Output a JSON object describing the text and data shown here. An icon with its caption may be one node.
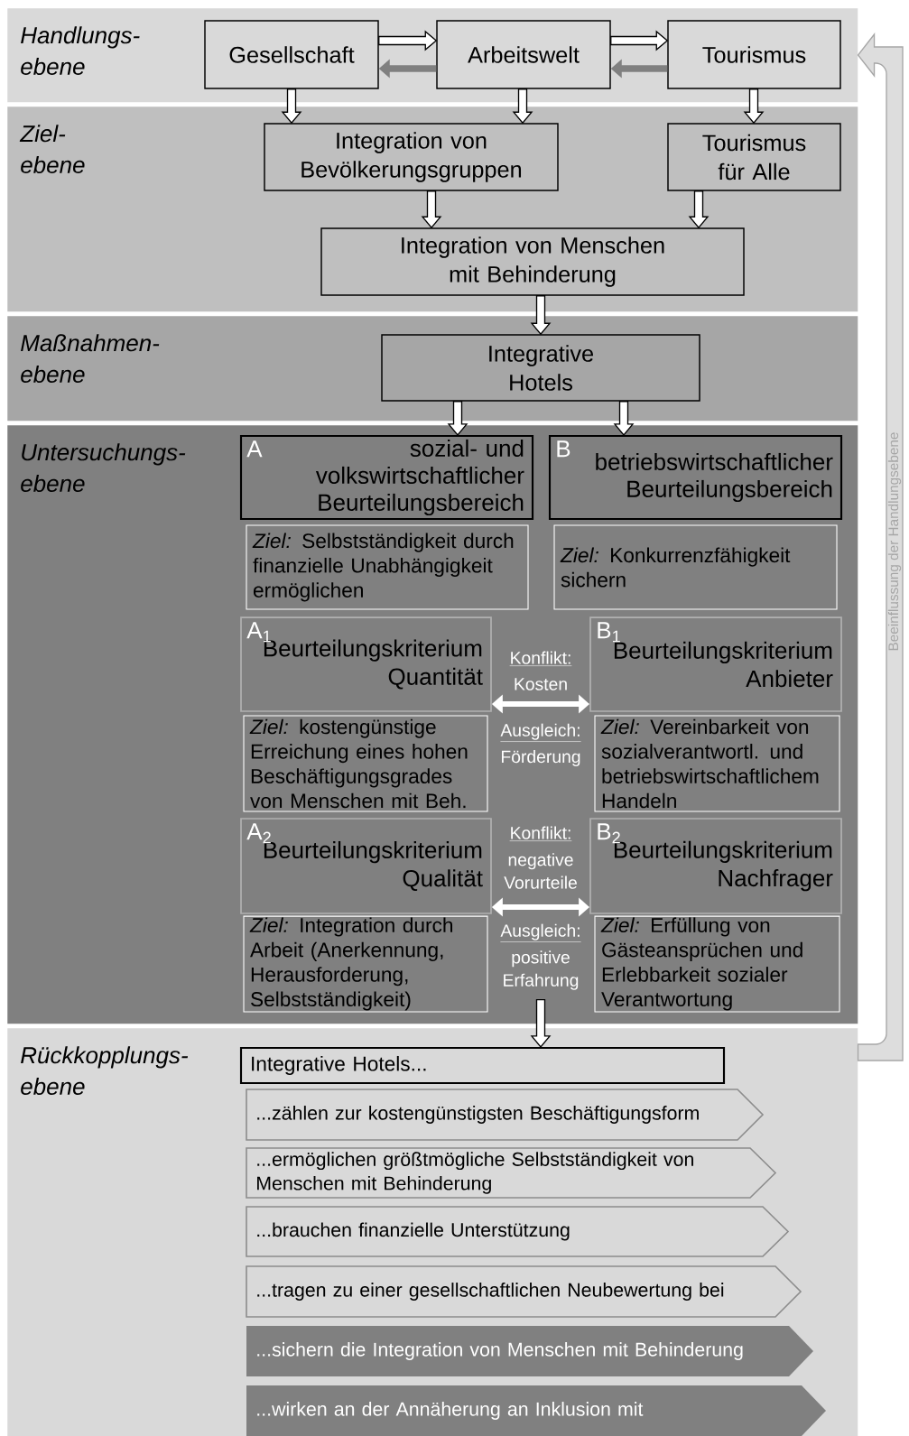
{
  "diagram": {
    "nodes": [
      {
        "text": [
          "Handlungs- ebene"
        ]
      },
      {
        "text": [
          "Gesellschaft"
        ],
        "in": 0
      },
      {
        "text": [
          "Arbeitswelt"
        ],
        "in": 0
      },
      {
        "text": [
          "Tourismus"
        ],
        "in": 0
      },
      {
        "text": [
          "Ziel- ebene"
        ]
      },
      {
        "text": [
          "Integration von Bevölkerungsgruppen"
        ],
        "in": 4
      },
      {
        "text": [
          "Tourismus für Alle"
        ],
        "in": 4
      },
      {
        "text": [
          "Integration von Menschen mit Behinderung"
        ],
        "in": 4
      },
      {
        "text": [
          "Maßnahmen- ebene"
        ]
      },
      {
        "text": [
          "Integrative Hotels"
        ],
        "in": 8
      },
      {
        "text": [
          "Untersuchungs- ebene"
        ]
      },
      {
        "text": [
          "A",
          "sozial- und volkswirtschaftlicher Beurteilungsbereich"
        ],
        "in": 10
      },
      {
        "text": [
          "B",
          "betriebswirtschaftlicher Beurteilungsbereich"
        ],
        "in": 10
      },
      {
        "text": [
          "*Ziel:* Selbstständigkeit durch finanzielle Unabhängigkeit ermöglichen"
        ],
        "in": 10
      },
      {
        "text": [
          "*Ziel:* Konkurrenzfähigkeit sichern"
        ],
        "in": 10
      },
      {
        "text": [
          "A$_{1}$",
          "Beurteilungskriterium Quantität"
        ],
        "in": 10
      },
      {
        "text": [
          "B$_{1}$",
          "Beurteilungskriterium Anbieter"
        ],
        "in": 10
      },
      {
        "text": [
          "*Ziel:* kostengünstige Erreichung eines hohen Beschäftigungsgrades von Menschen mit Beh."
        ],
        "in": 10
      },
      {
        "text": [
          "*Ziel:* Vereinbarkeit von sozialverantwortl. und betriebswirtschaftlichem Handeln"
        ],
        "in": 10
      },
      {
        "text": [
          "A$_{2}$",
          "Beurteilungskriterium Qualität"
        ],
        "in": 10
      },
      {
        "text": [
          "B$_{2}$",
          "Beurteilungskriterium Nachfrager"
        ],
        "in": 10
      },
      {
        "text": [
          "*Ziel:* Integration durch Arbeit (Anerkennung, Herausforderung, Selbstständigkeit)"
        ],
        "in": 10
      },
      {
        "text": [
          "*Ziel:* Erfüllung von Gästeansprüchen und Erlebbarkeit sozialer Verantwortung"
        ],
        "in": 10
      },
      {
        "text": [
          "Rückkopplungs- ebene"
        ]
      },
      {
        "text": [
          "Integrative Hotels..."
        ],
        "in": 23
      },
      {
        "text": [
          "...zählen zur kostengünstigsten Beschäftigungsform"
        ],
        "in": 23
      },
      {
        "text": [
          "...ermöglichen größtmögliche Selbstständigkeit von Menschen mit Behinderung"
        ],
        "in": 23
      },
      {
        "text": [
          "...brauchen finanzielle Unterstützung"
        ],
        "in": 23
      },
      {
        "text": [
          "...tragen zu einer gesellschaftlichen Neubewertung bei"
        ],
        "in": 23
      },
      {
        "text": [
          "...sichern die Integration von Menschen mit Behinderung"
        ],
        "in": 23
      },
      {
        "text": [
          "...wirken an der Annäherung an Inklusion mit"
        ],
        "in": 23
      }
    ],
    "edges": [
      {
        "from": 1,
        "to": 2,
        "arrow": "to"
      },
      {
        "from": 2,
        "to": 1,
        "arrow": "to",
        "color": "#808080"
      },
      {
        "from": 2,
        "to": 3,
        "arrow": "to"
      },
      {
        "from": 3,
        "to": 2,
        "arrow": "to",
        "color": "#808080"
      },
      {
        "from": 1,
        "to": 5,
        "arrow": "to"
      },
      {
        "from": 2,
        "to": 5,
        "arrow": "to"
      },
      {
        "from": 3,
        "to": 6,
        "arrow": "to"
      },
      {
        "from": 5,
        "to": 7,
        "arrow": "to"
      },
      {
        "from": 6,
        "to": 7,
        "arrow": "to"
      },
      {
        "from": 7,
        "to": 9,
        "arrow": "to"
      },
      {
        "from": 9,
        "to": 11,
        "arrow": "to"
      },
      {
        "from": 9,
        "to": 12,
        "arrow": "to"
      },
      {
        "from": 15,
        "to": 16,
        "arrow": "both",
        "color": "#ffffff"
      },
      {
        "from": 19,
        "to": 20,
        "arrow": "both",
        "color": "#ffffff"
      },
      {
        "from": 10,
        "to": 24,
        "arrow": "to"
      },
      {
        "from": 23,
        "to": 0,
        "arrow": "to",
        "color": "#a6a6a6",
        "label": "Beeinflussung der Handlungsebene"
      }
    ],
    "labels": [
      "Konflikt:",
      "Kosten",
      "Ausgleich:",
      "Förderung",
      "Konflikt:",
      "negative Vorurteile",
      "Ausgleich:",
      "positive Erfahrung"
    ]
  }
}
